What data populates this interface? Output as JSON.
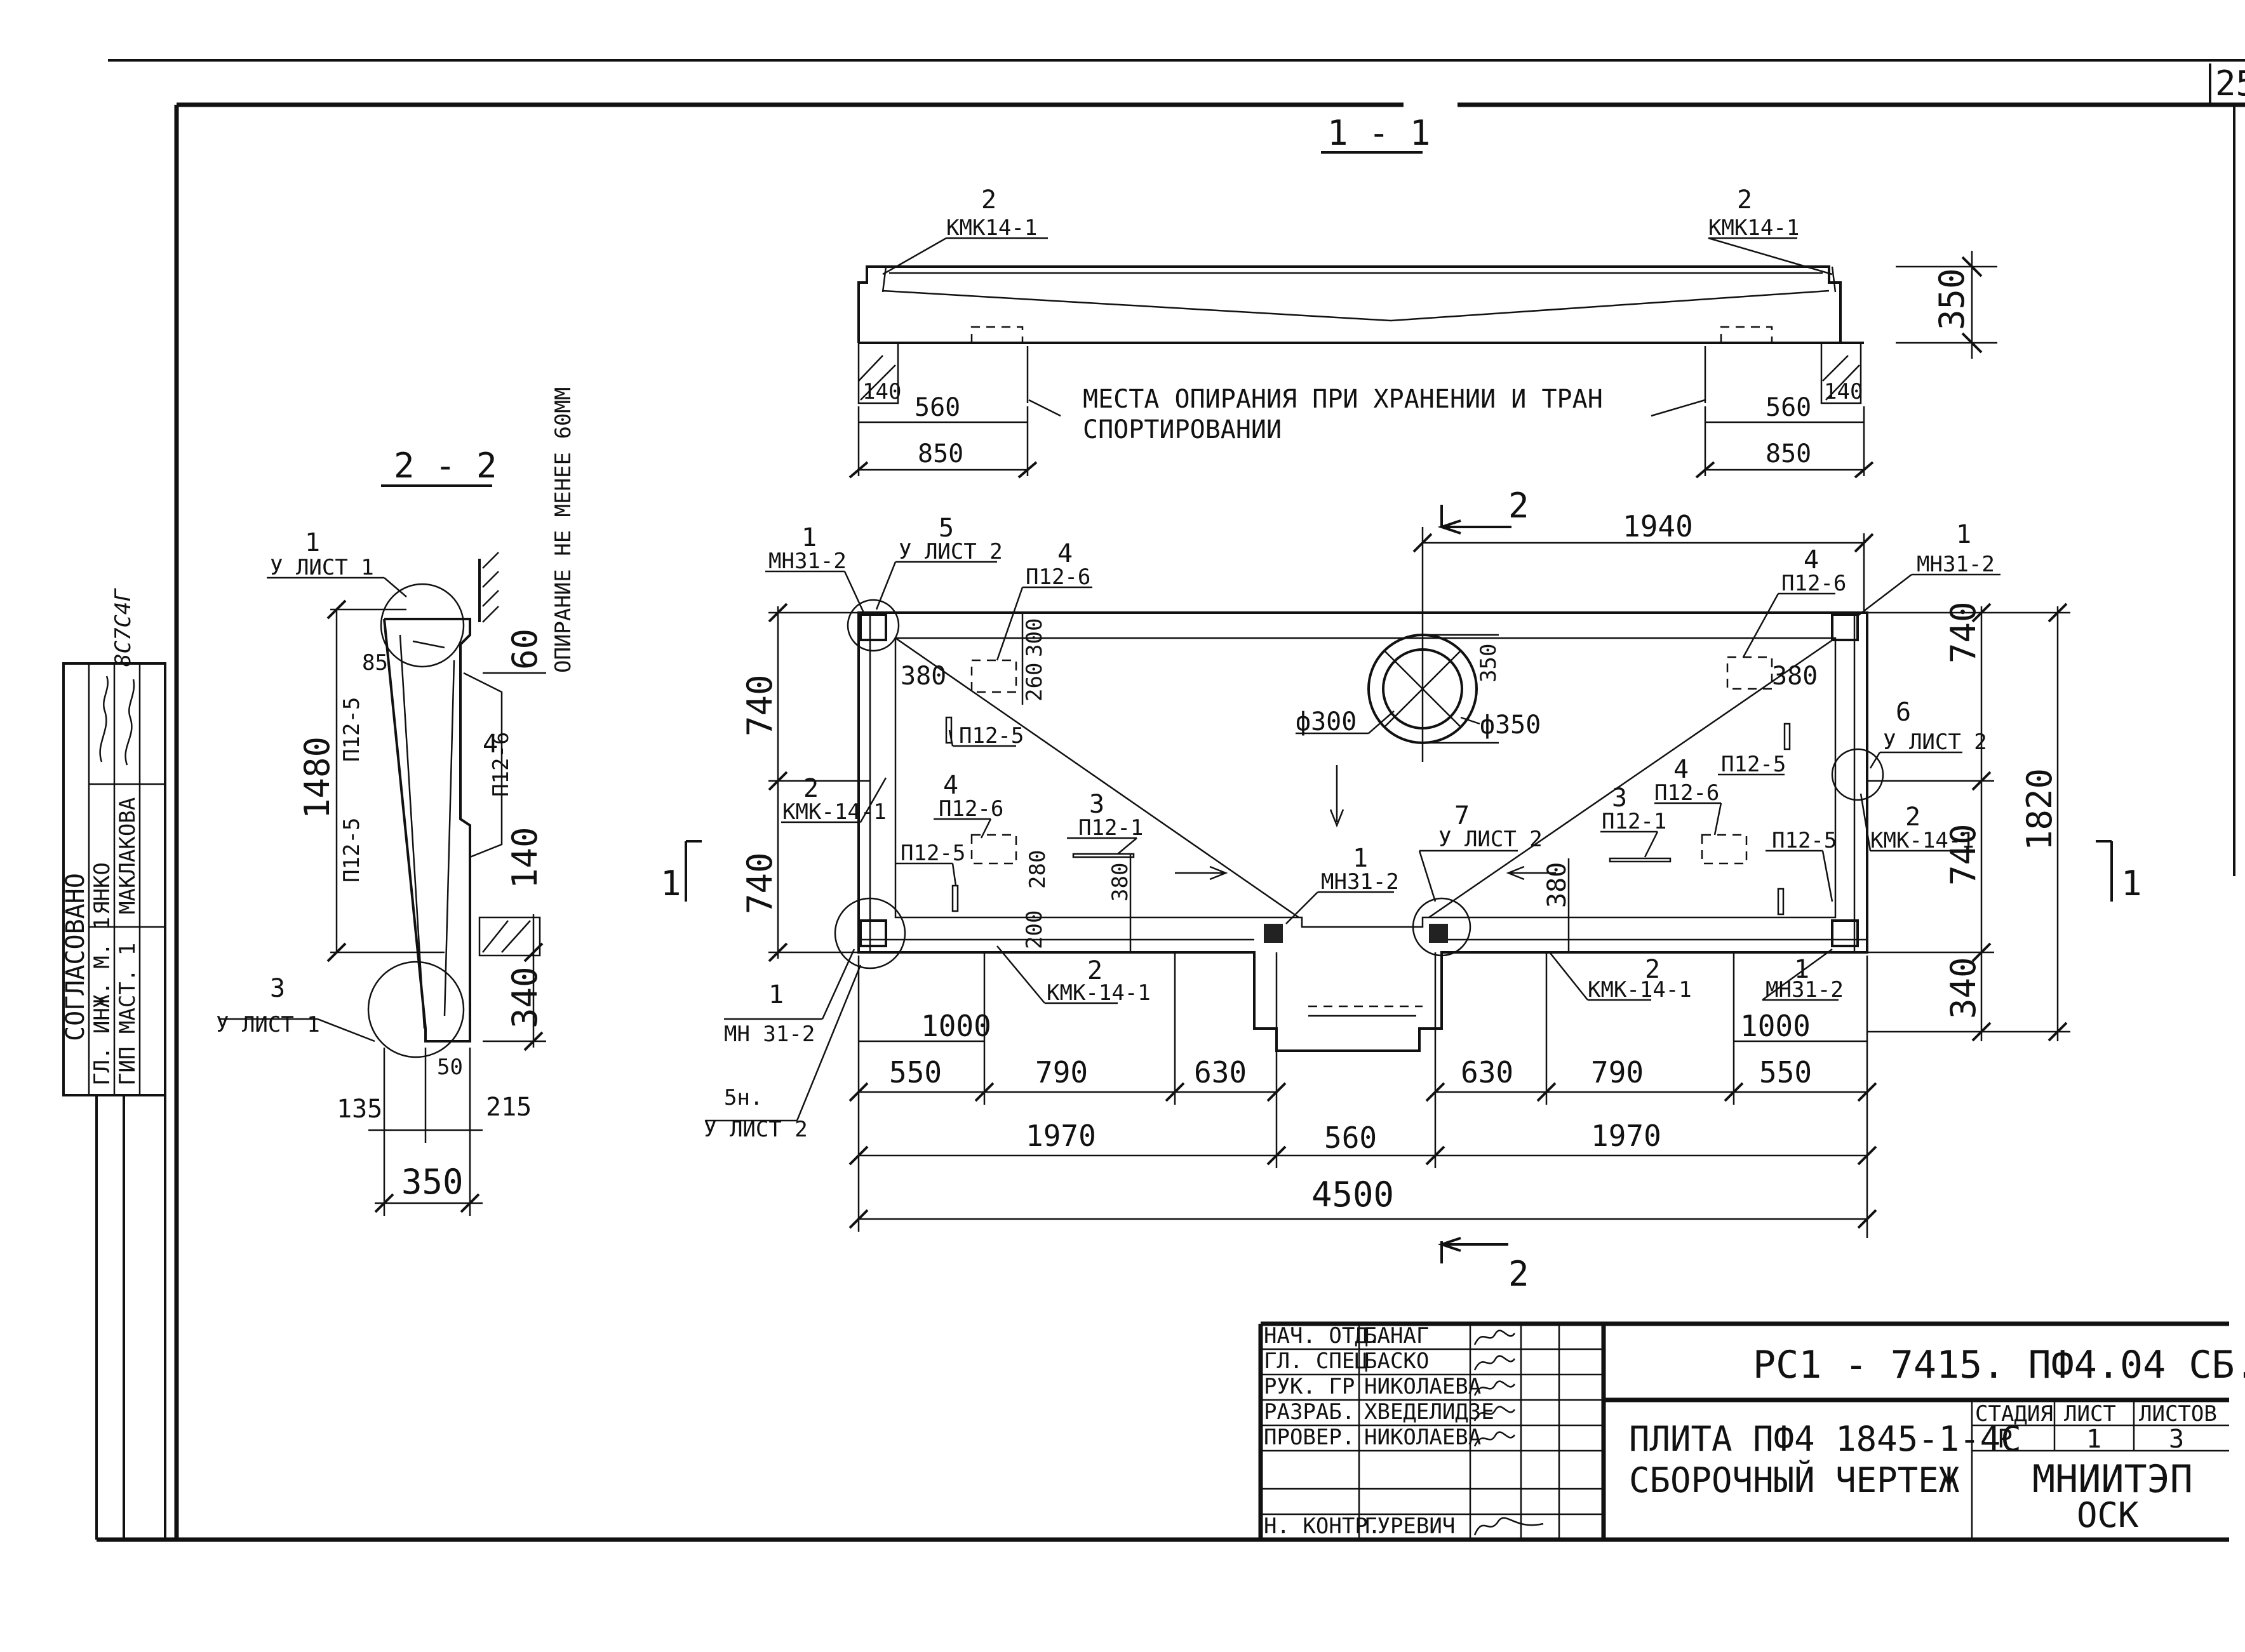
{
  "sheet": {
    "number": "25",
    "stamp_title": "СОГЛАСОВАНО",
    "stamp_id": "8C7C4Г",
    "stamp_rows": [
      {
        "role": "ГЛ. ИНЖ. М. 1",
        "name": "ЯНКО"
      },
      {
        "role": "ГИП МАСТ. 1",
        "name": "МАКЛАКОВА"
      }
    ]
  },
  "section_1_1": {
    "title": "1 - 1",
    "mark_left_num": "2",
    "mark_left_code": "КМК14-1",
    "mark_right_num": "2",
    "mark_right_code": "КМК14-1",
    "note_line1": "МЕСТА  ОПИРАНИЯ  ПРИ  ХРАНЕНИИ   И  ТРАН",
    "note_line2": "СПОРТИРОВАНИИ",
    "d_height": "350",
    "d_left_140": "140",
    "d_left_560": "560",
    "d_left_850": "850",
    "d_right_560": "560",
    "d_right_140": "140",
    "d_right_850": "850"
  },
  "section_2_2": {
    "title": "2 - 2",
    "support_note": "ОПИРАНИЕ НЕ МЕНЕЕ 60ММ",
    "leader_top_num": "1",
    "leader_top_ref": "У ЛИСТ 1",
    "leader_bot_num": "3",
    "leader_bot_ref": "У ЛИСТ 1",
    "d_1480": "1480",
    "d_85": "85",
    "d_60": "60",
    "d_140": "140",
    "d_340": "340",
    "d_50": "50",
    "d_135": "135",
    "d_215": "215",
    "d_350": "350",
    "p_upper": "П12-5",
    "p_lower": "П12-5",
    "p_right": "П12-6",
    "num_4": "4"
  },
  "plan": {
    "cut_2": "2",
    "cut_1": "1",
    "d_1940": "1940",
    "d_4500": "4500",
    "d_1970_left": "1970",
    "d_560": "560",
    "d_1970_right": "1970",
    "d_550_left": "550",
    "d_790_left": "790",
    "d_630_left": "630",
    "d_630_right": "630",
    "d_790_right": "790",
    "d_550_right": "550",
    "d_1000_left": "1000",
    "d_1000_right": "1000",
    "d_740_l1": "740",
    "d_740_l2": "740",
    "d_740_r1": "740",
    "d_740_r2": "740",
    "d_1820": "1820",
    "d_340": "340",
    "d_380_a": "380",
    "d_260": "260",
    "d_300": "300",
    "d_350": "350",
    "d_380_b": "380",
    "d_380_c": "380",
    "d_380_d": "380",
    "d_280": "280",
    "d_200": "200",
    "phi_300": "ф300",
    "phi_350": "ф350",
    "m_1_tl": "1",
    "m_mn31_tl": "МН31-2",
    "m_5": "5",
    "m_5_ref": "У ЛИСТ 2",
    "m_4_tl": "4",
    "m_p126_tl": "П12-6",
    "m_p125_a": "П12-5",
    "m_2_l": "2",
    "m_kmk_l": "КМК-14-1",
    "m_4_ml": "4",
    "m_p126_ml": "П12-6",
    "m_3_l": "3",
    "m_p121_l": "П12-1",
    "m_p125_b": "П12-5",
    "m_2_bl": "2",
    "m_kmk_bl": "КМК-14-1",
    "m_1_bl": "1",
    "m_mn31_bl": "МН 31-2",
    "m_5n": "5н.",
    "m_5n_ref": "У ЛИСТ 2",
    "m_1_c": "1",
    "m_mn31_c": "МН31-2",
    "m_7": "7",
    "m_7_ref": "У ЛИСТ 2",
    "m_3_r": "3",
    "m_p121_r": "П12-1",
    "m_4_mr": "4",
    "m_p126_mr": "П12-6",
    "m_p125_r1": "П12-5",
    "m_p125_r2": "П12-5",
    "m_4_tr": "4",
    "m_p126_tr": "П12-6",
    "m_1_tr": "1",
    "m_mn31_tr": "МН31-2",
    "m_6": "6",
    "m_6_ref": "У ЛИСТ 2",
    "m_2_r": "2",
    "m_kmk_r": "КМК-14-1",
    "m_2_br": "2",
    "m_kmk_br": "КМК-14-1",
    "m_1_br": "1",
    "m_mn31_br": "МН31-2"
  },
  "title_block": {
    "rows": [
      {
        "role": "НАЧ. ОТД.",
        "name": "БАНАГ"
      },
      {
        "role": "ГЛ. СПЕЦ",
        "name": "БАСКО"
      },
      {
        "role": "РУК. ГР",
        "name": "НИКОЛАЕВА"
      },
      {
        "role": "РАЗРАБ.",
        "name": "ХВЕДЕЛИДЗЕ"
      },
      {
        "role": "ПРОВЕР.",
        "name": "НИКОЛАЕВА"
      }
    ],
    "norm_role": "Н. КОНТР.",
    "norm_name": "ГУРЕВИЧ",
    "doc_code": "РС1 - 7415.   ПФ4.04 СБ.",
    "name_line1": "ПЛИТА  ПФ4 1845-1-4С",
    "name_line2": "СБОРОЧНЫЙ  ЧЕРТЕЖ",
    "stage_h": "СТАДИЯ",
    "sheet_h": "ЛИСТ",
    "sheets_h": "ЛИСТОВ",
    "stage": "Р",
    "sheet": "1",
    "sheets": "3",
    "org1": "МНИИТЭП",
    "org2": "ОСК"
  }
}
